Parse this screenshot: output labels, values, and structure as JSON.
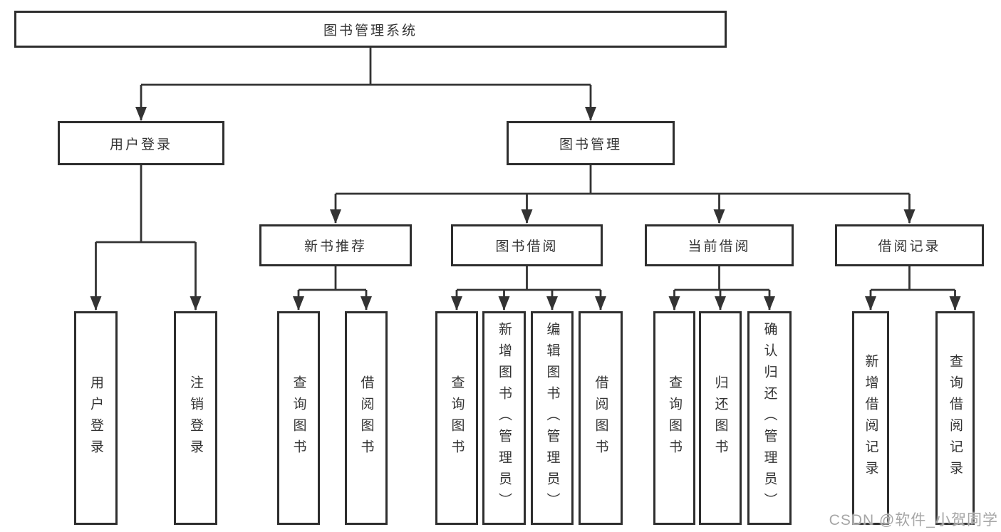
{
  "diagram": {
    "type": "hierarchy-tree",
    "line_color": "#333333",
    "box_border_color": "#2e2e2e",
    "text_color": "#333333",
    "background": "#ffffff"
  },
  "tree": {
    "root": {
      "label": "图书管理系统"
    },
    "branches": [
      {
        "label": "用户登录",
        "children": [
          {
            "label": "用户登录"
          },
          {
            "label": "注销登录"
          }
        ]
      },
      {
        "label": "图书管理",
        "children": [
          {
            "label": "新书推荐",
            "children": [
              {
                "label": "查询图书"
              },
              {
                "label": "借阅图书"
              }
            ]
          },
          {
            "label": "图书借阅",
            "children": [
              {
                "label": "查询图书"
              },
              {
                "label": "新增图书（管理员）"
              },
              {
                "label": "编辑图书（管理员）"
              },
              {
                "label": "借阅图书"
              }
            ]
          },
          {
            "label": "当前借阅",
            "children": [
              {
                "label": "查询图书"
              },
              {
                "label": "归还图书"
              },
              {
                "label": "确认归还（管理员）"
              }
            ]
          },
          {
            "label": "借阅记录",
            "children": [
              {
                "label": "新增借阅记录"
              },
              {
                "label": "查询借阅记录"
              }
            ]
          }
        ]
      }
    ]
  },
  "watermark": {
    "text": "CSDN @软件_小贺同学",
    "color": "#9e9e9e"
  }
}
